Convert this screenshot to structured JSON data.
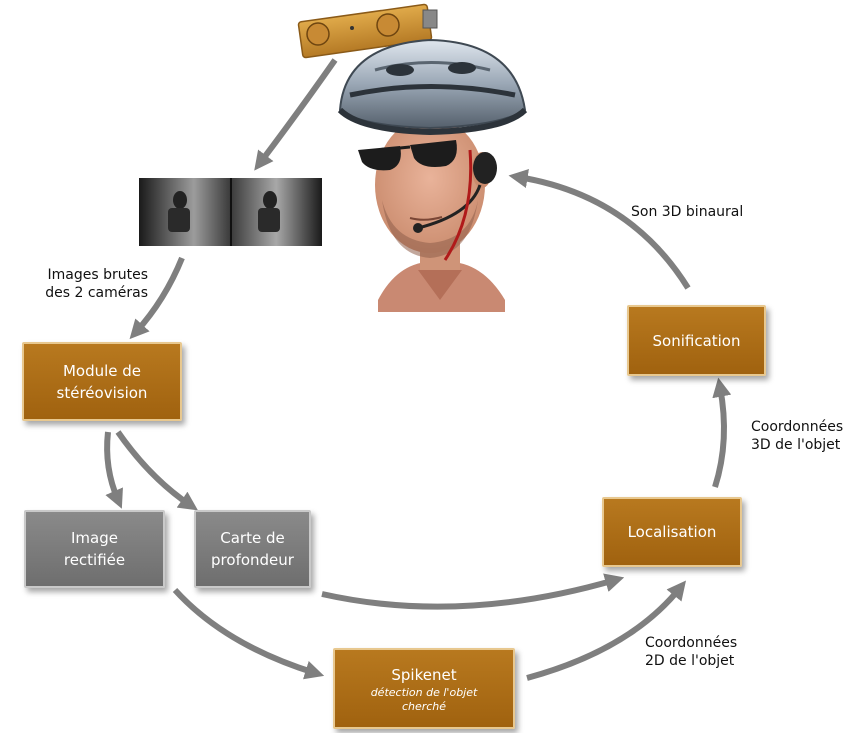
{
  "boxes": {
    "stereo": {
      "line1": "Module de",
      "line2": "stéréovision"
    },
    "rectified": {
      "line1": "Image",
      "line2": "rectifiée"
    },
    "depth": {
      "line1": "Carte de",
      "line2": "profondeur"
    },
    "spikenet": {
      "title": "Spikenet",
      "sub1": "détection de l'objet",
      "sub2": "cherché"
    },
    "localisation": {
      "title": "Localisation"
    },
    "sonification": {
      "title": "Sonification"
    }
  },
  "labels": {
    "raw_images": {
      "line1": "Images brutes",
      "line2": "des 2 caméras"
    },
    "sound": {
      "text": "Son 3D binaural"
    },
    "coords3d": {
      "line1": "Coordonnées",
      "line2": "3D de l'objet"
    },
    "coords2d": {
      "line1": "Coordonnées",
      "line2": "2D de l'objet"
    }
  },
  "colors": {
    "orange_box": "#a96b17",
    "gray_box": "#7a7a7a",
    "arrow": "#7f7f7f"
  }
}
